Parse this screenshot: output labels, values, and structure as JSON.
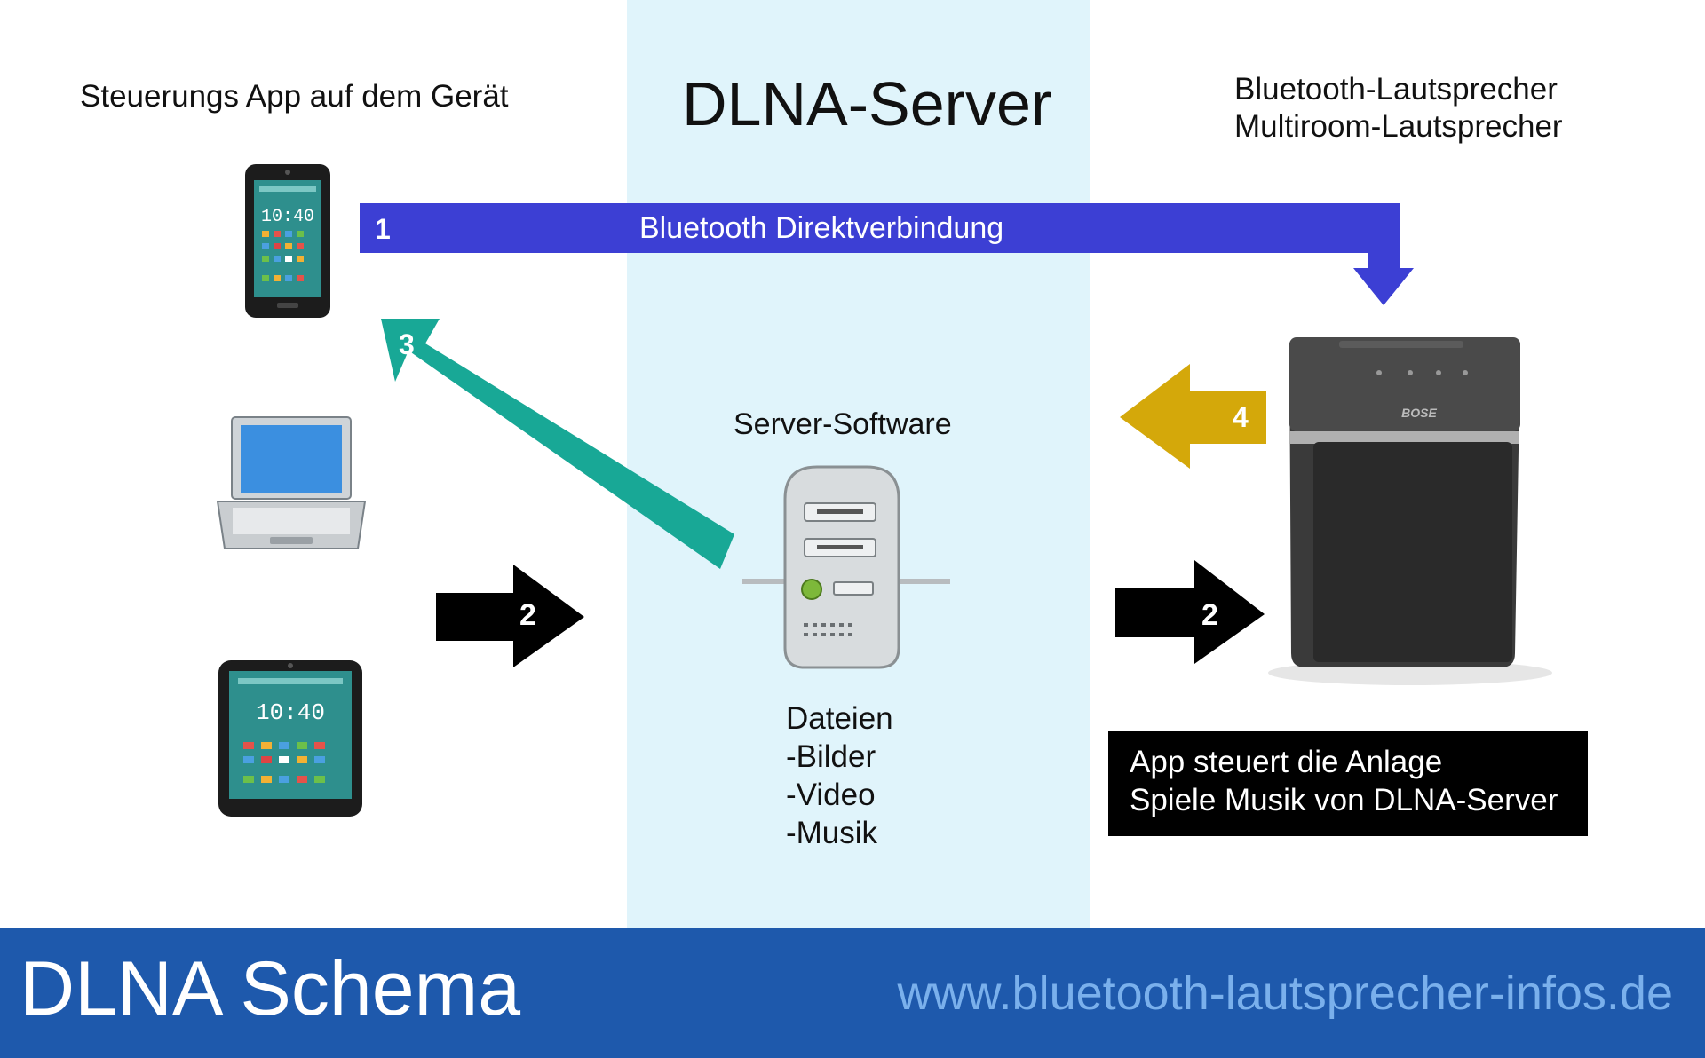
{
  "left_heading": "Steuerungs App auf dem Gerät",
  "center_heading": "DLNA-Server",
  "right_heading": "Bluetooth-Lautsprecher\nMultiroom-Lautsprecher",
  "bluetooth_bar": {
    "number": "1",
    "label": "Bluetooth Direktverbindung"
  },
  "arrows": {
    "arrow3": "3",
    "arrow4": "4",
    "arrow2_left": "2",
    "arrow2_right": "2"
  },
  "server": {
    "label": "Server-Software",
    "files": "Dateien\n-Bilder\n-Video\n-Musik"
  },
  "devices": {
    "phone_time": "10:40",
    "tablet_time": "10:40",
    "speaker_brand": "BOSE"
  },
  "info_box": "App steuert die Anlage\nSpiele Musik von DLNA-Server",
  "footer": {
    "title": "DLNA Schema",
    "url": "www.bluetooth-lautsprecher-infos.de"
  },
  "colors": {
    "blue_arrow": "#3c3fd4",
    "teal_arrow": "#18a896",
    "yellow_arrow": "#d4a80a",
    "band": "#e0f4fb",
    "footer": "#1e59ac",
    "url": "#7ab0ec"
  }
}
